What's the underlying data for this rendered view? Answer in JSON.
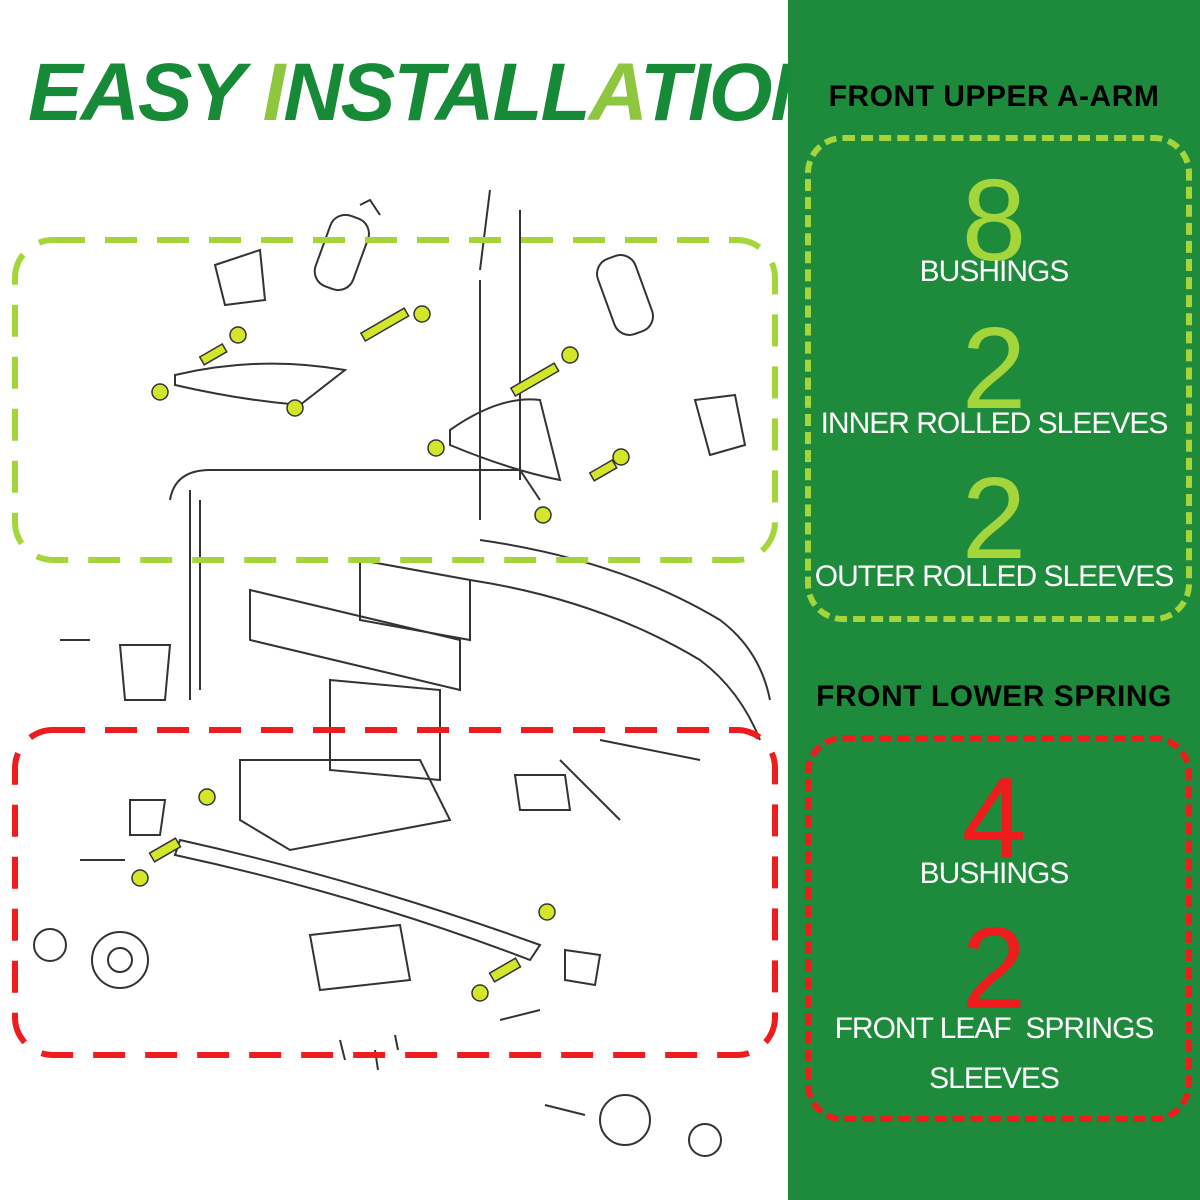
{
  "headline": {
    "parts": [
      {
        "text": "EASY ",
        "highlight": false
      },
      {
        "text": "I",
        "highlight": true
      },
      {
        "text": "NSTALL",
        "highlight": false
      },
      {
        "text": "A",
        "highlight": true
      },
      {
        "text": "TION",
        "highlight": false
      }
    ]
  },
  "upper_section": {
    "title": "FRONT UPPER A-ARM",
    "items": [
      {
        "count": "8",
        "label": "BUSHINGS"
      },
      {
        "count": "2",
        "label": "INNER ROLLED SLEEVES"
      },
      {
        "count": "2",
        "label": "OUTER ROLLED SLEEVES"
      }
    ]
  },
  "lower_section": {
    "title": "FRONT LOWER SPRING",
    "items": [
      {
        "count": "4",
        "label": "BUSHINGS"
      },
      {
        "count": "2",
        "label": "FRONT LEAF  SPRINGS",
        "label_line2": "SLEEVES"
      }
    ]
  },
  "colors": {
    "dark_green": "#1e8a3c",
    "headline_green": "#168a36",
    "accent_lime": "#a4d63b",
    "accent_red": "#ee1c1c",
    "part_highlight": "#d4e62a"
  },
  "icons": [
    "upper-a-arm-assembly",
    "shock-absorber",
    "leaf-spring",
    "spindle",
    "wheel-hub",
    "dust-cap",
    "bolt",
    "nut"
  ]
}
